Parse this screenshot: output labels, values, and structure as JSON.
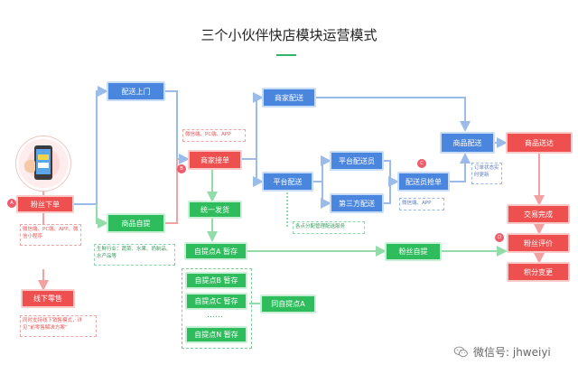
{
  "title": "三个小伙伴快店模块运营模式",
  "nodes": {
    "fans_order": "粉丝下单",
    "offline_sale": "线下零售",
    "delivery_door": "配送上门",
    "pickup_goods": "商品自提",
    "merchant_accept": "商家接单",
    "unified_shipping": "统一发货",
    "merchant_delivery": "商家配送",
    "platform_delivery": "平台配送",
    "platform_courier": "平台配送员",
    "third_party_delivery": "第三方配送",
    "courier_grab": "配送员抢单",
    "goods_delivery": "商品配送",
    "goods_arrive": "商品送达",
    "deal_done": "交易完成",
    "fans_review": "粉丝评价",
    "points_change": "积分变更",
    "fans_pickup": "粉丝自提",
    "pickup_a": "自提点A 暂存",
    "pickup_b": "自提点B 暂存",
    "pickup_c": "自提点C 暂存",
    "pickup_ellipsis": "……",
    "pickup_n": "自提点N 暂存",
    "same_pickup_a": "同自提点A"
  },
  "notes": {
    "order_channels": "微信端、PC端、APP、微信小程序",
    "offline_note": "同时支持线下销售模式，详见“前零售解决方案”",
    "merchant_channels": "微信端、PC端、APP",
    "pickup_industries": "生鲜行业：蔬菜、水果、奶制品、水产品等",
    "separate_delivery": "各点分配管理配送服务",
    "order_status": "订单状态实时更新",
    "courier_channels": "微信端、APP"
  },
  "badges": {
    "a": "A",
    "b": "B",
    "c": "C",
    "d": "D"
  },
  "watermark": "微信号: jhweiyi",
  "colors": {
    "blue": "#4b86de",
    "red": "#ee4f4f",
    "green": "#2ebc5d",
    "accent": "#2fb66a"
  }
}
